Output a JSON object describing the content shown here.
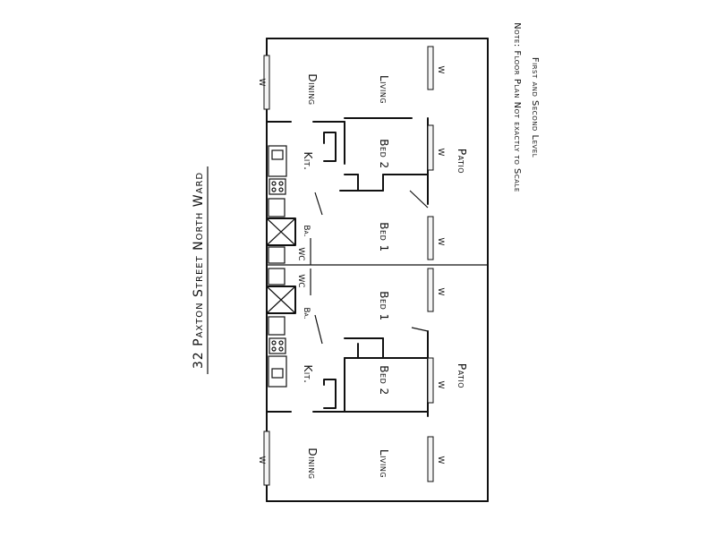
{
  "plan": {
    "title": "32 Paxton Street North Ward",
    "note": "Note: Floor Plan Not exactly to Scale",
    "note_sub": "First and Second Level",
    "window_mark": "W",
    "upper_unit": {
      "dining": "Dining",
      "living": "Living",
      "kitchen": "Kit.",
      "bed2": "Bed 2",
      "patio": "Patio",
      "bath": "Ba.",
      "bed1": "Bed 1",
      "wc": "WC"
    },
    "lower_unit": {
      "wc": "WC",
      "bath": "Ba.",
      "bed1": "Bed 1",
      "kitchen": "Kit.",
      "bed2": "Bed 2",
      "patio": "Patio",
      "dining": "Dining",
      "living": "Living"
    }
  }
}
